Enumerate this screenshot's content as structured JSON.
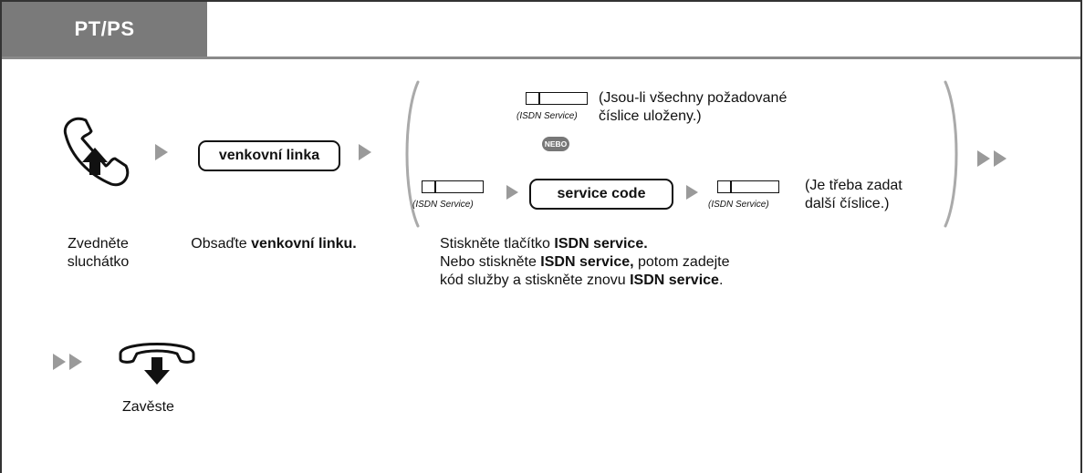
{
  "header": {
    "tab_label": "PT/PS"
  },
  "steps": {
    "offhook_label": "Zvedněte\nsluchátko",
    "outside_line_button": "venkovní linka",
    "seize_prefix": "Obsaďte ",
    "seize_bold": "venkovní linku.",
    "isdn_key_caption": "(ISDN Service)",
    "all_digits_note": "(Jsou-li všechny požadované\nčíslice uloženy.)",
    "or_badge": "NEBO",
    "service_code_button": "service code",
    "more_digits_note": "(Je třeba zadat\ndalší číslice.)",
    "instr_line1_prefix": "Stiskněte tlačítko ",
    "instr_line1_bold": "ISDN service.",
    "instr_line2_prefix": "Nebo stiskněte ",
    "instr_line2_bold": "ISDN service,",
    "instr_line2_suffix": " potom zadejte",
    "instr_line3_prefix": "kód služby a stiskněte znovu ",
    "instr_line3_bold": "ISDN service",
    "instr_line3_suffix": ".",
    "onhook_label": "Zavěste"
  }
}
